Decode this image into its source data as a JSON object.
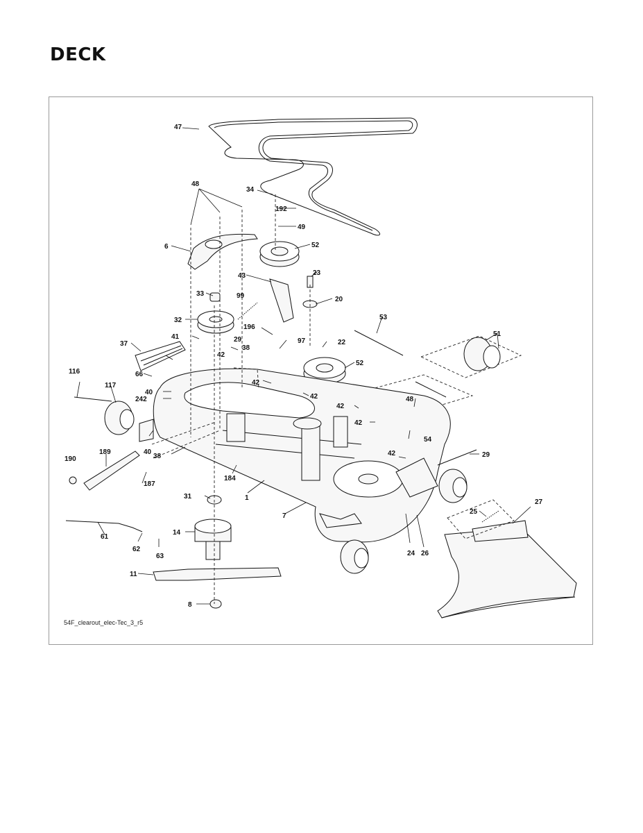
{
  "page": {
    "title": "DECK"
  },
  "figure": {
    "id": "54F_clearout_elec-Tec_3_r5"
  },
  "callouts": [
    {
      "key": "c47",
      "label": "47"
    },
    {
      "key": "c48a",
      "label": "48"
    },
    {
      "key": "c34",
      "label": "34"
    },
    {
      "key": "c192",
      "label": "192"
    },
    {
      "key": "c49",
      "label": "49"
    },
    {
      "key": "c6",
      "label": "6"
    },
    {
      "key": "c52a",
      "label": "52"
    },
    {
      "key": "c43",
      "label": "43"
    },
    {
      "key": "c23",
      "label": "23"
    },
    {
      "key": "c33",
      "label": "33"
    },
    {
      "key": "c99",
      "label": "99"
    },
    {
      "key": "c20",
      "label": "20"
    },
    {
      "key": "c32",
      "label": "32"
    },
    {
      "key": "c196",
      "label": "196"
    },
    {
      "key": "c53",
      "label": "53"
    },
    {
      "key": "c51",
      "label": "51"
    },
    {
      "key": "c41",
      "label": "41"
    },
    {
      "key": "c29a",
      "label": "29"
    },
    {
      "key": "c97",
      "label": "97"
    },
    {
      "key": "c22",
      "label": "22"
    },
    {
      "key": "c37",
      "label": "37"
    },
    {
      "key": "c38a",
      "label": "38"
    },
    {
      "key": "c42a",
      "label": "42"
    },
    {
      "key": "c52b",
      "label": "52"
    },
    {
      "key": "c66",
      "label": "66"
    },
    {
      "key": "c42b",
      "label": "42"
    },
    {
      "key": "c116",
      "label": "116"
    },
    {
      "key": "c40a",
      "label": "40"
    },
    {
      "key": "c42c",
      "label": "42"
    },
    {
      "key": "c117",
      "label": "117"
    },
    {
      "key": "c242",
      "label": "242"
    },
    {
      "key": "c48b",
      "label": "48"
    },
    {
      "key": "c42d",
      "label": "42"
    },
    {
      "key": "c42e",
      "label": "42"
    },
    {
      "key": "c54",
      "label": "54"
    },
    {
      "key": "c40b",
      "label": "40"
    },
    {
      "key": "c38b",
      "label": "38"
    },
    {
      "key": "c189",
      "label": "189"
    },
    {
      "key": "c42f",
      "label": "42"
    },
    {
      "key": "c29b",
      "label": "29"
    },
    {
      "key": "c190",
      "label": "190"
    },
    {
      "key": "c184",
      "label": "184"
    },
    {
      "key": "c187",
      "label": "187"
    },
    {
      "key": "c1",
      "label": "1"
    },
    {
      "key": "c31",
      "label": "31"
    },
    {
      "key": "c7",
      "label": "7"
    },
    {
      "key": "c27",
      "label": "27"
    },
    {
      "key": "c25",
      "label": "25"
    },
    {
      "key": "c61",
      "label": "61"
    },
    {
      "key": "c14",
      "label": "14"
    },
    {
      "key": "c62",
      "label": "62"
    },
    {
      "key": "c63",
      "label": "63"
    },
    {
      "key": "c24",
      "label": "24"
    },
    {
      "key": "c26",
      "label": "26"
    },
    {
      "key": "c11",
      "label": "11"
    },
    {
      "key": "c8",
      "label": "8"
    }
  ]
}
